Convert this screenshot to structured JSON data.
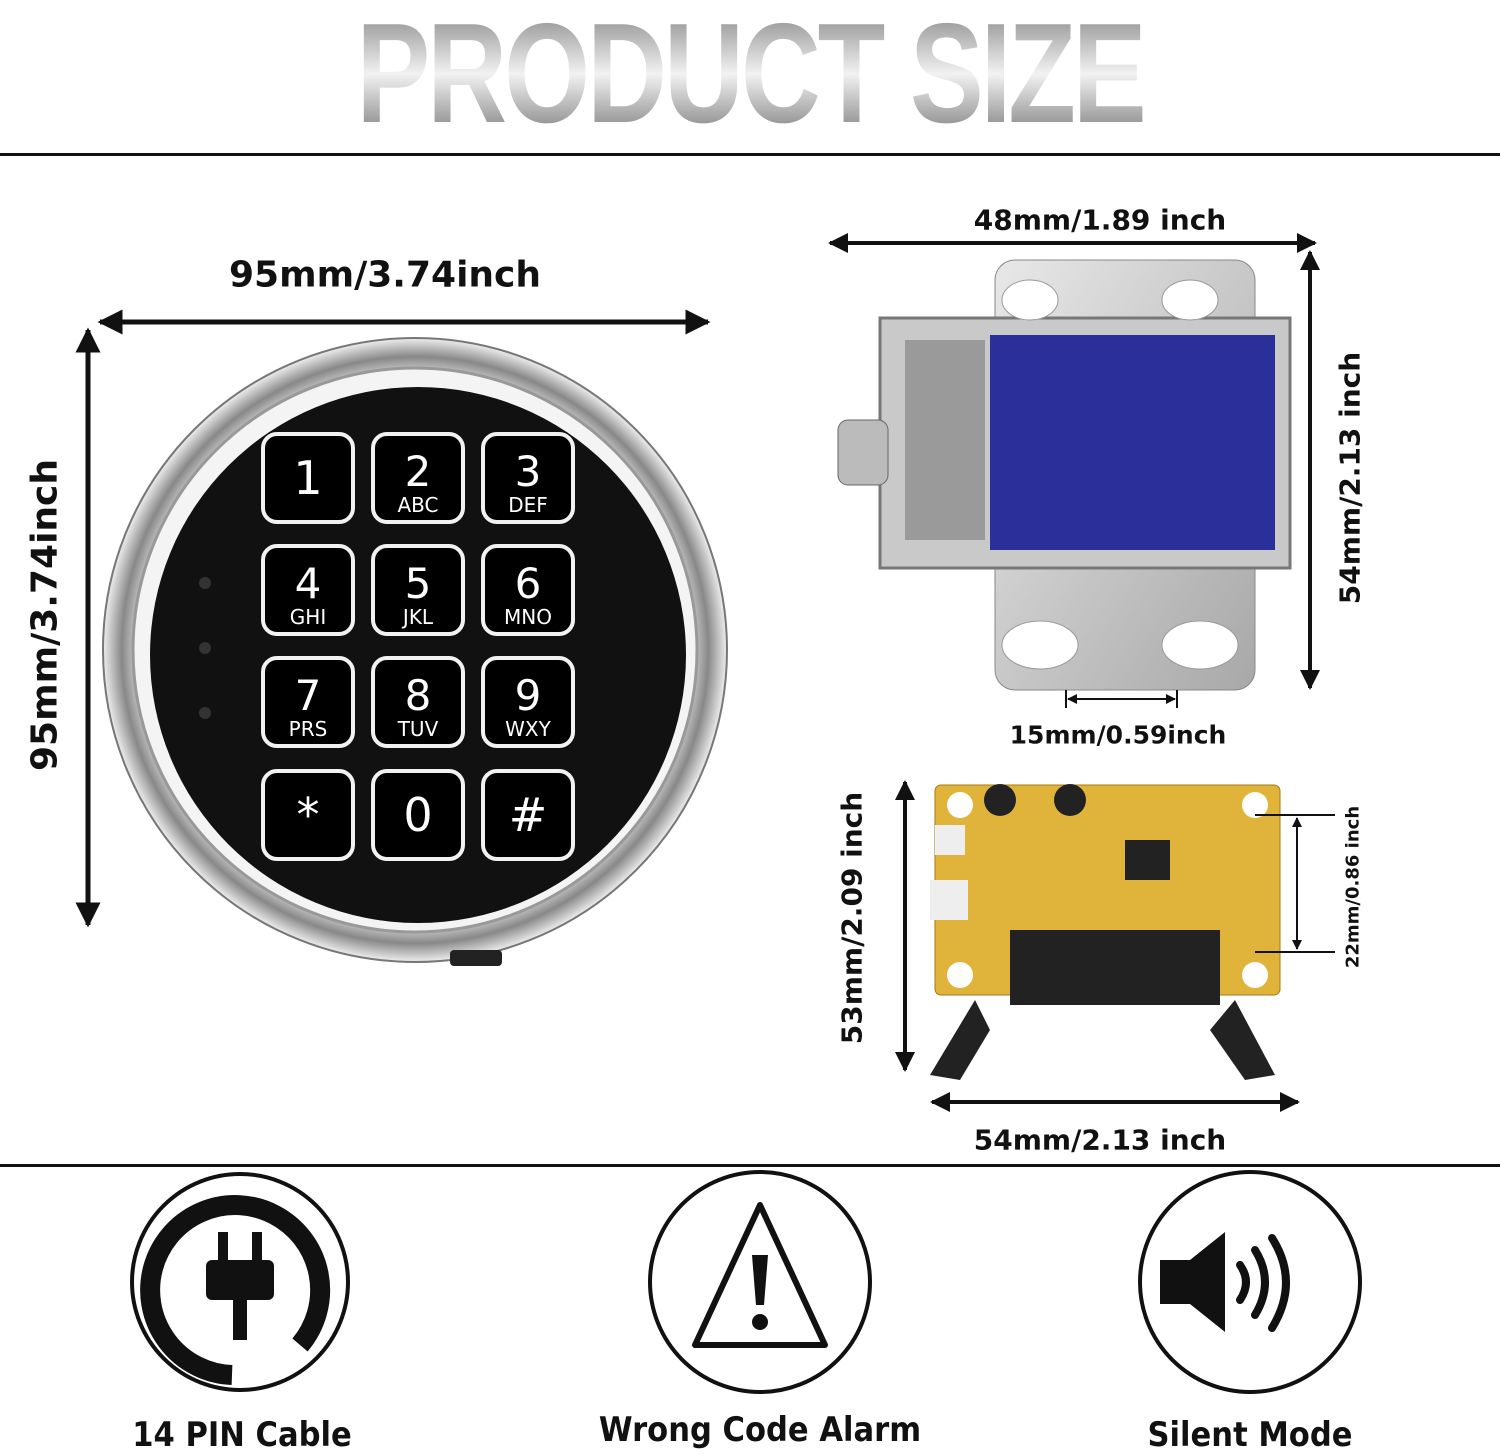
{
  "title": "PRODUCT SIZE",
  "keypad": {
    "width_label": "95mm/3.74inch",
    "height_label": "95mm/3.74inch",
    "keys": [
      {
        "digit": "1",
        "letters": ""
      },
      {
        "digit": "2",
        "letters": "ABC"
      },
      {
        "digit": "3",
        "letters": "DEF"
      },
      {
        "digit": "4",
        "letters": "GHI"
      },
      {
        "digit": "5",
        "letters": "JKL"
      },
      {
        "digit": "6",
        "letters": "MNO"
      },
      {
        "digit": "7",
        "letters": "PRS"
      },
      {
        "digit": "8",
        "letters": "TUV"
      },
      {
        "digit": "9",
        "letters": "WXY"
      },
      {
        "digit": "*",
        "letters": ""
      },
      {
        "digit": "0",
        "letters": ""
      },
      {
        "digit": "#",
        "letters": ""
      }
    ]
  },
  "solenoid": {
    "width_label": "48mm/1.89 inch",
    "height_label": "54mm/2.13 inch",
    "bracket_label": "15mm/0.59inch"
  },
  "pcb": {
    "width_label": "54mm/2.13 inch",
    "height_label": "53mm/2.09 inch",
    "hole_label": "22mm/0.86 inch"
  },
  "features": [
    {
      "icon": "plug-icon",
      "label": "14 PIN Cable"
    },
    {
      "icon": "warning-icon",
      "label": "Wrong Code Alarm"
    },
    {
      "icon": "speaker-icon",
      "label": "Silent Mode"
    }
  ]
}
